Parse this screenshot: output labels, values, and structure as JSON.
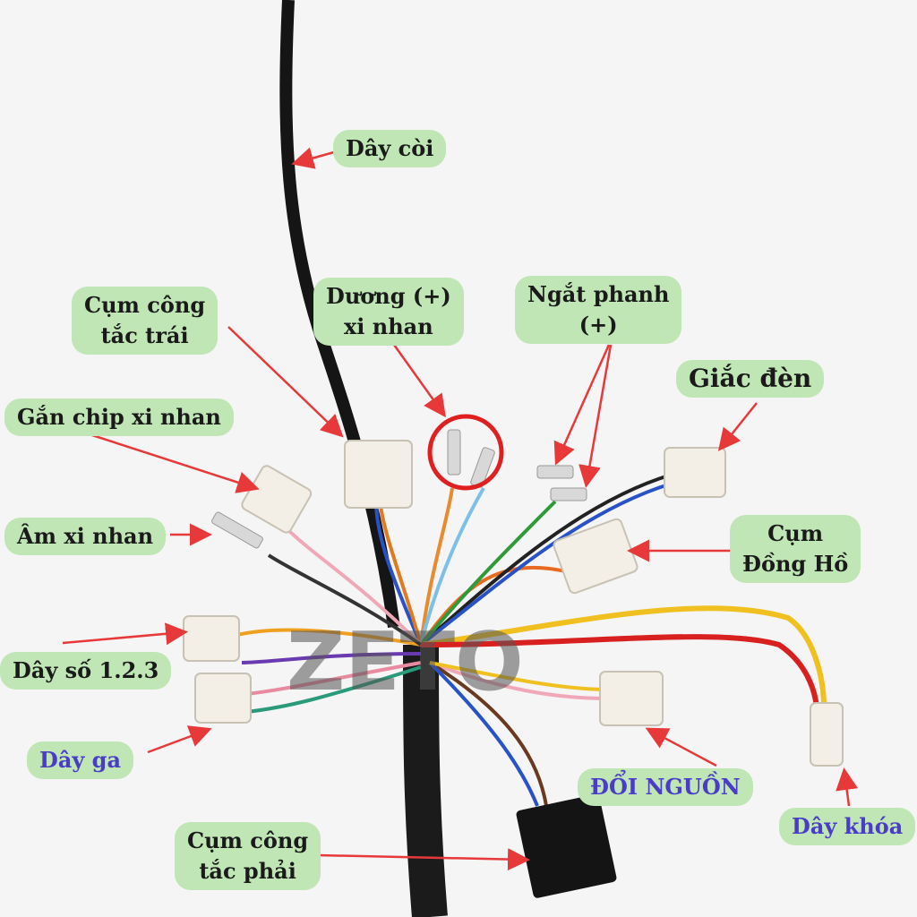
{
  "labels": {
    "horn": "Dây còi",
    "left_switch": [
      "Cụm công",
      "tắc trái"
    ],
    "turn_positive": [
      "Dương (+)",
      "xi nhan"
    ],
    "brake_cut": [
      "Ngắt phanh",
      "(+)"
    ],
    "light_plug": "Giắc đèn",
    "turn_chip": "Gắn chip xi nhan",
    "turn_negative": "Âm xi nhan",
    "dashboard": [
      "Cụm",
      "Đồng Hồ"
    ],
    "gear": "Dây số 1.2.3",
    "throttle": "Dây ga",
    "power_switch": "ĐỔI NGUỒN",
    "lock": "Dây khóa",
    "right_switch": [
      "Cụm công",
      "tắc phải"
    ]
  },
  "watermark": "ZETO",
  "colors": {
    "arrow": "#e8393a",
    "label_bg": "#bfe6b4",
    "blue_text": "#4a3cc8"
  }
}
